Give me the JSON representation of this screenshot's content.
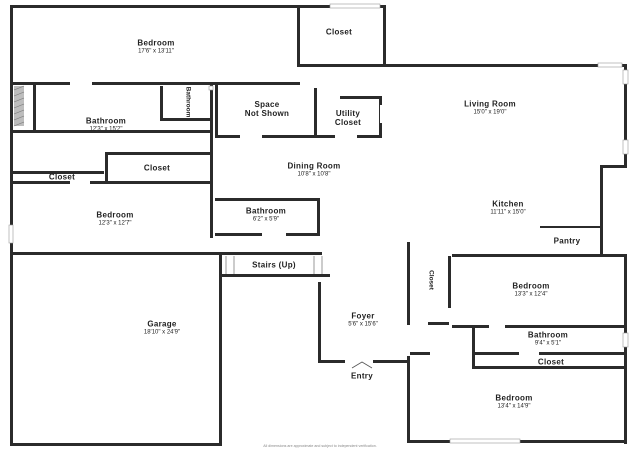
{
  "rooms": {
    "bedroom_top": {
      "name": "Bedroom",
      "dims": "17'6\" x 13'11\""
    },
    "closet_top": {
      "name": "Closet"
    },
    "bathroom_left": {
      "name": "Bathroom",
      "dims": "12'3\" x 15'2\""
    },
    "bathroom_small_vertical": {
      "name": "Bathroom"
    },
    "space_not_shown": {
      "name_line1": "Space",
      "name_line2": "Not Shown"
    },
    "utility_closet": {
      "name_line1": "Utility",
      "name_line2": "Closet"
    },
    "living_room": {
      "name": "Living Room",
      "dims": "15'0\" x 19'0\""
    },
    "closet_mid": {
      "name": "Closet"
    },
    "closet_left": {
      "name": "Closet"
    },
    "dining_room": {
      "name": "Dining Room",
      "dims": "10'8\" x 10'8\""
    },
    "bedroom_left": {
      "name": "Bedroom",
      "dims": "12'3\" x 12'7\""
    },
    "bathroom_center": {
      "name": "Bathroom",
      "dims": "6'2\" x 5'9\""
    },
    "kitchen": {
      "name": "Kitchen",
      "dims": "11'11\" x 15'0\""
    },
    "pantry": {
      "name": "Pantry"
    },
    "stairs": {
      "name": "Stairs (Up)"
    },
    "closet_vertical": {
      "name": "Closet"
    },
    "bedroom_right": {
      "name": "Bedroom",
      "dims": "13'3\" x 12'4\""
    },
    "garage": {
      "name": "Garage",
      "dims": "18'10\" x 24'9\""
    },
    "foyer": {
      "name": "Foyer",
      "dims": "5'6\" x 15'6\""
    },
    "bathroom_right": {
      "name": "Bathroom",
      "dims": "9'4\" x 5'1\""
    },
    "closet_right": {
      "name": "Closet"
    },
    "bedroom_bottom": {
      "name": "Bedroom",
      "dims": "13'4\" x 14'9\""
    }
  },
  "entry_label": "Entry",
  "footer_note": "All dimensions are approximate and subject to independent verification.",
  "colors": {
    "wall": "#2b2b2b",
    "background": "#ffffff"
  }
}
